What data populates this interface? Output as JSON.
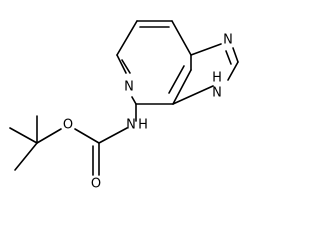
{
  "atoms": {
    "N_ring6": "N",
    "N_imid_top": "N",
    "NH_imid": "H",
    "NH_imid_N": "N",
    "NH_amide_N": "N",
    "NH_amide_H": "H",
    "O_ester": "O",
    "O_carbonyl": "O"
  }
}
